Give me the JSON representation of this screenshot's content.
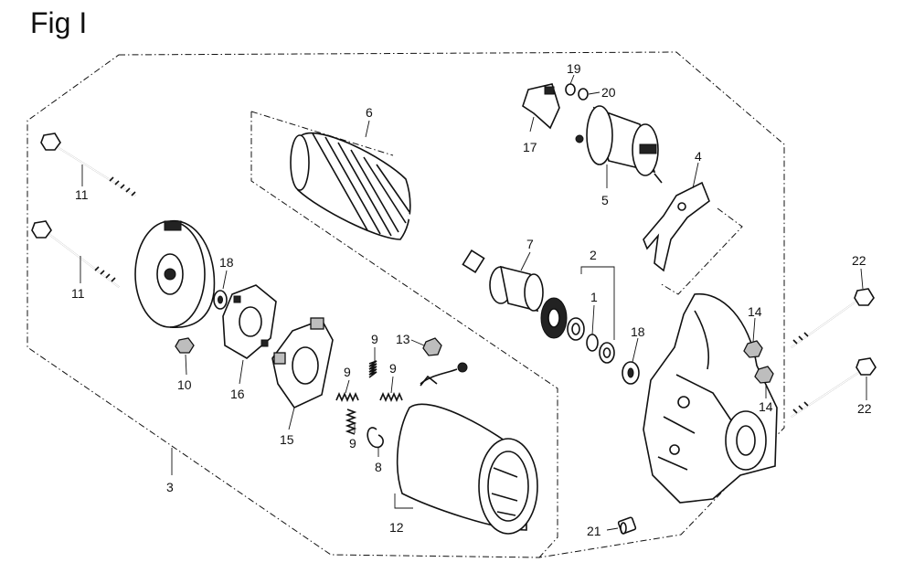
{
  "figure": {
    "title": "Fig I"
  },
  "callouts": {
    "c1": "1",
    "c2": "2",
    "c3": "3",
    "c4": "4",
    "c5": "5",
    "c6": "6",
    "c7": "7",
    "c8": "8",
    "c9a": "9",
    "c9b": "9",
    "c9c": "9",
    "c9d": "9",
    "c10": "10",
    "c11a": "11",
    "c11b": "11",
    "c12": "12",
    "c13": "13",
    "c14a": "14",
    "c14b": "14",
    "c15": "15",
    "c16": "16",
    "c17": "17",
    "c18a": "18",
    "c18b": "18",
    "c19": "19",
    "c20": "20",
    "c21": "21",
    "c22a": "22",
    "c22b": "22"
  }
}
